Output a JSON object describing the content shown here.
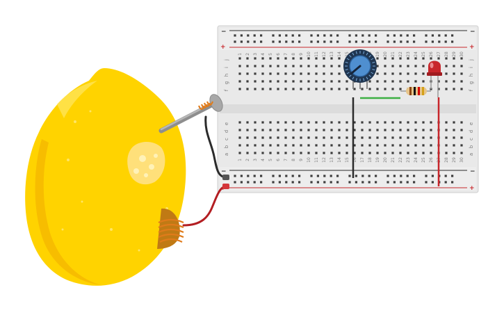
{
  "breadboard": {
    "column_numbers": [
      "1",
      "2",
      "3",
      "4",
      "5",
      "6",
      "7",
      "8",
      "9",
      "10",
      "11",
      "12",
      "13",
      "14",
      "15",
      "16",
      "17",
      "18",
      "19",
      "20",
      "21",
      "22",
      "23",
      "24",
      "25",
      "26",
      "27",
      "28",
      "29",
      "30"
    ],
    "rows_top": [
      "j",
      "i",
      "h",
      "g",
      "f"
    ],
    "rows_bottom": [
      "e",
      "d",
      "c",
      "b",
      "a"
    ],
    "rail_minus": "−",
    "rail_plus": "+"
  },
  "components": {
    "lemon": {
      "name": "lemon"
    },
    "electrode_zinc": {
      "name": "galvanized nail"
    },
    "electrode_copper": {
      "name": "copper coil"
    },
    "potentiometer": {
      "name": "potentiometer"
    },
    "resistor": {
      "name": "resistor",
      "bands": [
        "#8b4513",
        "#111111",
        "#d40000",
        "#d4a017"
      ]
    },
    "led": {
      "name": "led",
      "color": "#c8262b"
    }
  },
  "wires": {
    "black": "#2b2b2b",
    "red": "#c8262b",
    "green": "#3cb043"
  }
}
